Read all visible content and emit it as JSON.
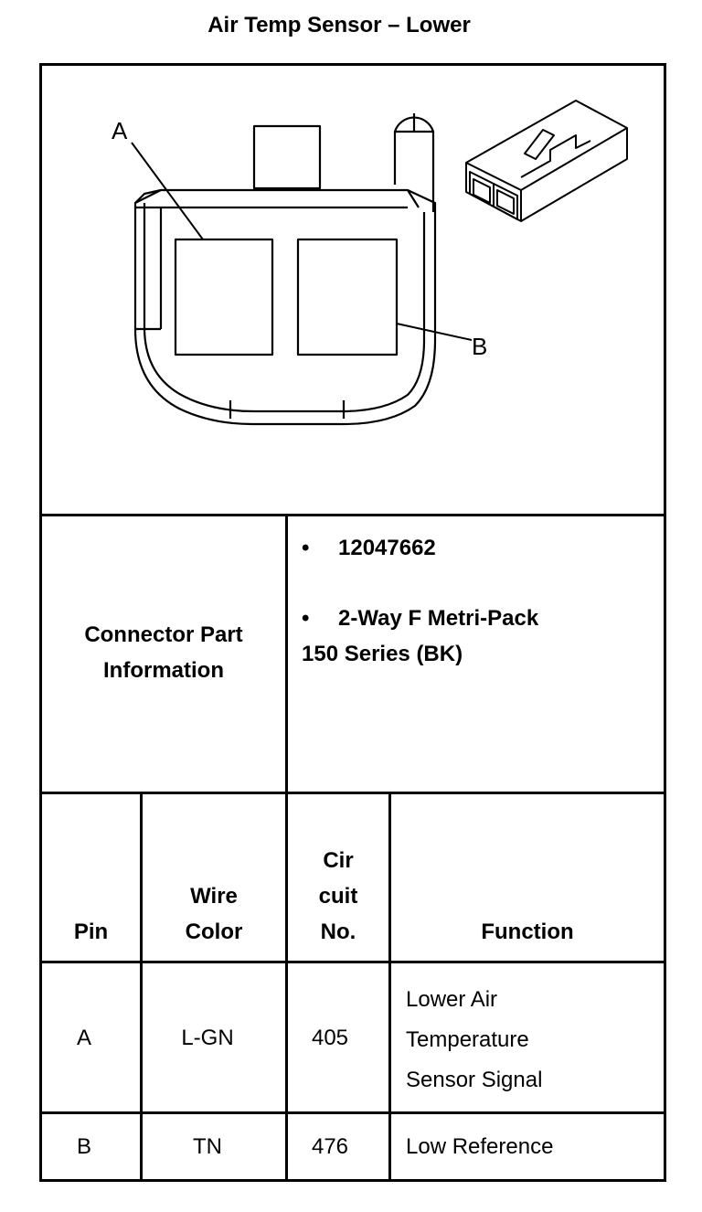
{
  "title": "Air Temp Sensor – Lower",
  "diagram": {
    "callout_a": "A",
    "callout_b": "B"
  },
  "connector": {
    "label_line1": "Connector Part",
    "label_line2": "Information",
    "bullet_symbol": "•",
    "part_number": "12047662",
    "type_line1": "2-Way F Metri-Pack",
    "type_line2": "150 Series (BK)"
  },
  "table": {
    "headers": {
      "pin": "Pin",
      "wire_color_1": "Wire",
      "wire_color_2": "Color",
      "circuit_1": "Cir",
      "circuit_2": "cuit",
      "circuit_3": "No.",
      "function": "Function"
    },
    "rows": [
      {
        "pin": "A",
        "wire_color": "L-GN",
        "circuit": "405",
        "function_lines": [
          "Lower Air",
          "Temperature",
          "Sensor Signal"
        ]
      },
      {
        "pin": "B",
        "wire_color": "TN",
        "circuit": "476",
        "function_lines": [
          "Low Reference"
        ]
      }
    ]
  }
}
